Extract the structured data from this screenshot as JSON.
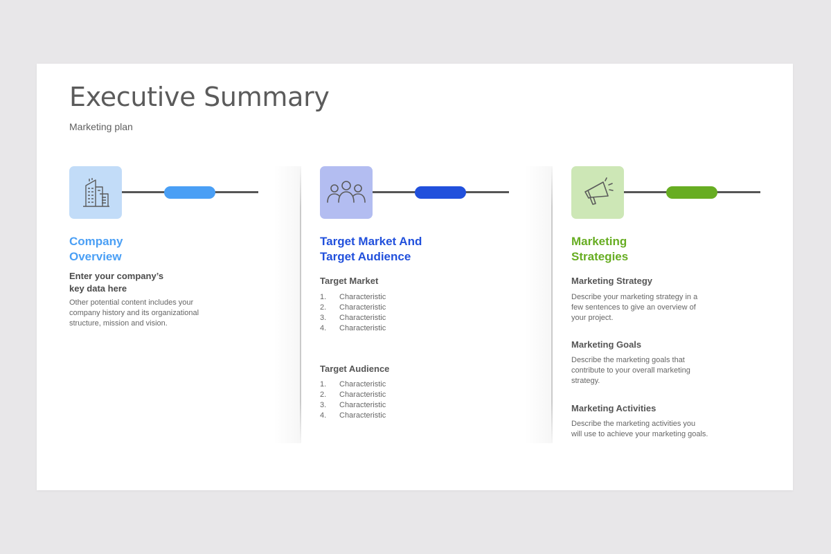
{
  "title": "Executive Summary",
  "subtitle": "Marketing plan",
  "colors": {
    "blue_light": "#4a9ff5",
    "blue_dark": "#2150dc",
    "green": "#67ad22",
    "icon_bg_1": "#c2dcf8",
    "icon_bg_2": "#b3bdf1",
    "icon_bg_3": "#cde7b6"
  },
  "columns": [
    {
      "icon": "building-icon",
      "heading_line1": "Company",
      "heading_line2": "Overview",
      "lead_line1": "Enter your company’s",
      "lead_line2": "key data here",
      "paragraph_lines": [
        "Other potential content includes your",
        "company history and its organizational",
        "structure, mission and vision."
      ]
    },
    {
      "icon": "people-group-icon",
      "heading_line1": "Target Market And",
      "heading_line2": "Target Audience",
      "sections": [
        {
          "title": "Target Market",
          "items": [
            {
              "num": "1.",
              "text": "Characteristic"
            },
            {
              "num": "2.",
              "text": "Characteristic"
            },
            {
              "num": "3.",
              "text": "Characteristic"
            },
            {
              "num": "4.",
              "text": "Characteristic"
            }
          ]
        },
        {
          "title": "Target Audience",
          "items": [
            {
              "num": "1.",
              "text": "Characteristic"
            },
            {
              "num": "2.",
              "text": "Characteristic"
            },
            {
              "num": "3.",
              "text": "Characteristic"
            },
            {
              "num": "4.",
              "text": "Characteristic"
            }
          ]
        }
      ]
    },
    {
      "icon": "megaphone-icon",
      "heading_line1": "Marketing",
      "heading_line2": "Strategies",
      "sections": [
        {
          "title": "Marketing Strategy",
          "lines": [
            "Describe your marketing strategy in a",
            "few sentences to give an overview of",
            "your project."
          ]
        },
        {
          "title": "Marketing Goals",
          "lines": [
            "Describe the marketing goals that",
            "contribute to your overall marketing",
            "strategy."
          ]
        },
        {
          "title": "Marketing Activities",
          "lines": [
            "Describe the marketing activities you",
            "will use to achieve your marketing goals."
          ]
        }
      ]
    }
  ]
}
